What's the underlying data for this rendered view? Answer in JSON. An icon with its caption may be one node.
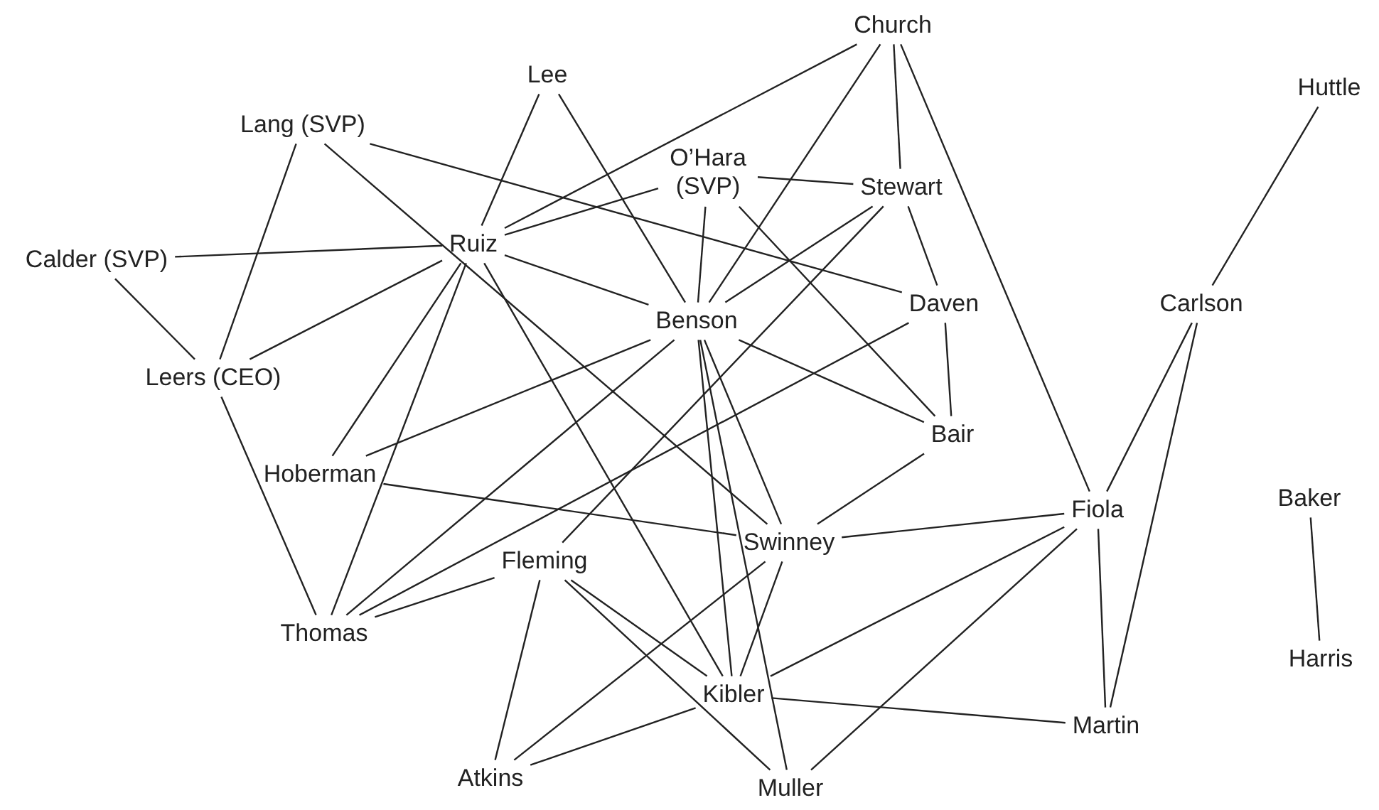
{
  "diagram": {
    "nodes": [
      {
        "text": [
          "Church"
        ]
      },
      {
        "text": [
          "Lee"
        ]
      },
      {
        "text": [
          "Huttle"
        ]
      },
      {
        "text": [
          "Lang (SVP)"
        ]
      },
      {
        "text": [
          "O’Hara (SVP)"
        ]
      },
      {
        "text": [
          "Stewart"
        ]
      },
      {
        "text": [
          "Calder (SVP)"
        ]
      },
      {
        "text": [
          "Ruiz"
        ]
      },
      {
        "text": [
          "Benson"
        ]
      },
      {
        "text": [
          "Daven"
        ]
      },
      {
        "text": [
          "Carlson"
        ]
      },
      {
        "text": [
          "Leers (CEO)"
        ]
      },
      {
        "text": [
          "Bair"
        ]
      },
      {
        "text": [
          "Hoberman"
        ]
      },
      {
        "text": [
          "Fiola"
        ]
      },
      {
        "text": [
          "Baker"
        ]
      },
      {
        "text": [
          "Swinney"
        ]
      },
      {
        "text": [
          "Fleming"
        ]
      },
      {
        "text": [
          "Thomas"
        ]
      },
      {
        "text": [
          "Harris"
        ]
      },
      {
        "text": [
          "Kibler"
        ]
      },
      {
        "text": [
          "Martin"
        ]
      },
      {
        "text": [
          "Atkins"
        ]
      },
      {
        "text": [
          "Muller"
        ]
      }
    ],
    "edges": [
      {
        "from": 1,
        "to": 7,
        "arrow": "none"
      },
      {
        "from": 1,
        "to": 8,
        "arrow": "none"
      },
      {
        "from": 3,
        "to": 11,
        "arrow": "none"
      },
      {
        "from": 3,
        "to": 16,
        "arrow": "none"
      },
      {
        "from": 3,
        "to": 9,
        "arrow": "none"
      },
      {
        "from": 6,
        "to": 7,
        "arrow": "none"
      },
      {
        "from": 6,
        "to": 11,
        "arrow": "none"
      },
      {
        "from": 7,
        "to": 0,
        "arrow": "none"
      },
      {
        "from": 7,
        "to": 4,
        "arrow": "none"
      },
      {
        "from": 7,
        "to": 8,
        "arrow": "none"
      },
      {
        "from": 7,
        "to": 11,
        "arrow": "none"
      },
      {
        "from": 7,
        "to": 13,
        "arrow": "none"
      },
      {
        "from": 7,
        "to": 18,
        "arrow": "none"
      },
      {
        "from": 7,
        "to": 20,
        "arrow": "none"
      },
      {
        "from": 8,
        "to": 0,
        "arrow": "none"
      },
      {
        "from": 8,
        "to": 4,
        "arrow": "none"
      },
      {
        "from": 8,
        "to": 5,
        "arrow": "none"
      },
      {
        "from": 8,
        "to": 12,
        "arrow": "none"
      },
      {
        "from": 8,
        "to": 13,
        "arrow": "none"
      },
      {
        "from": 8,
        "to": 16,
        "arrow": "none"
      },
      {
        "from": 8,
        "to": 18,
        "arrow": "none"
      },
      {
        "from": 8,
        "to": 20,
        "arrow": "none"
      },
      {
        "from": 8,
        "to": 23,
        "arrow": "none"
      },
      {
        "from": 4,
        "to": 5,
        "arrow": "none"
      },
      {
        "from": 4,
        "to": 12,
        "arrow": "none"
      },
      {
        "from": 0,
        "to": 5,
        "arrow": "none"
      },
      {
        "from": 0,
        "to": 14,
        "arrow": "none"
      },
      {
        "from": 5,
        "to": 9,
        "arrow": "none"
      },
      {
        "from": 5,
        "to": 17,
        "arrow": "none"
      },
      {
        "from": 9,
        "to": 12,
        "arrow": "none"
      },
      {
        "from": 9,
        "to": 18,
        "arrow": "none"
      },
      {
        "from": 11,
        "to": 18,
        "arrow": "none"
      },
      {
        "from": 12,
        "to": 16,
        "arrow": "none"
      },
      {
        "from": 13,
        "to": 16,
        "arrow": "none"
      },
      {
        "from": 16,
        "to": 14,
        "arrow": "none"
      },
      {
        "from": 16,
        "to": 20,
        "arrow": "none"
      },
      {
        "from": 16,
        "to": 22,
        "arrow": "none"
      },
      {
        "from": 17,
        "to": 18,
        "arrow": "none"
      },
      {
        "from": 17,
        "to": 22,
        "arrow": "none"
      },
      {
        "from": 17,
        "to": 20,
        "arrow": "none"
      },
      {
        "from": 17,
        "to": 23,
        "arrow": "none"
      },
      {
        "from": 20,
        "to": 22,
        "arrow": "none"
      },
      {
        "from": 20,
        "to": 14,
        "arrow": "none"
      },
      {
        "from": 20,
        "to": 21,
        "arrow": "none"
      },
      {
        "from": 23,
        "to": 14,
        "arrow": "none"
      },
      {
        "from": 14,
        "to": 21,
        "arrow": "none"
      },
      {
        "from": 14,
        "to": 10,
        "arrow": "none"
      },
      {
        "from": 10,
        "to": 2,
        "arrow": "none"
      },
      {
        "from": 10,
        "to": 21,
        "arrow": "none"
      },
      {
        "from": 15,
        "to": 19,
        "arrow": "none"
      }
    ]
  }
}
